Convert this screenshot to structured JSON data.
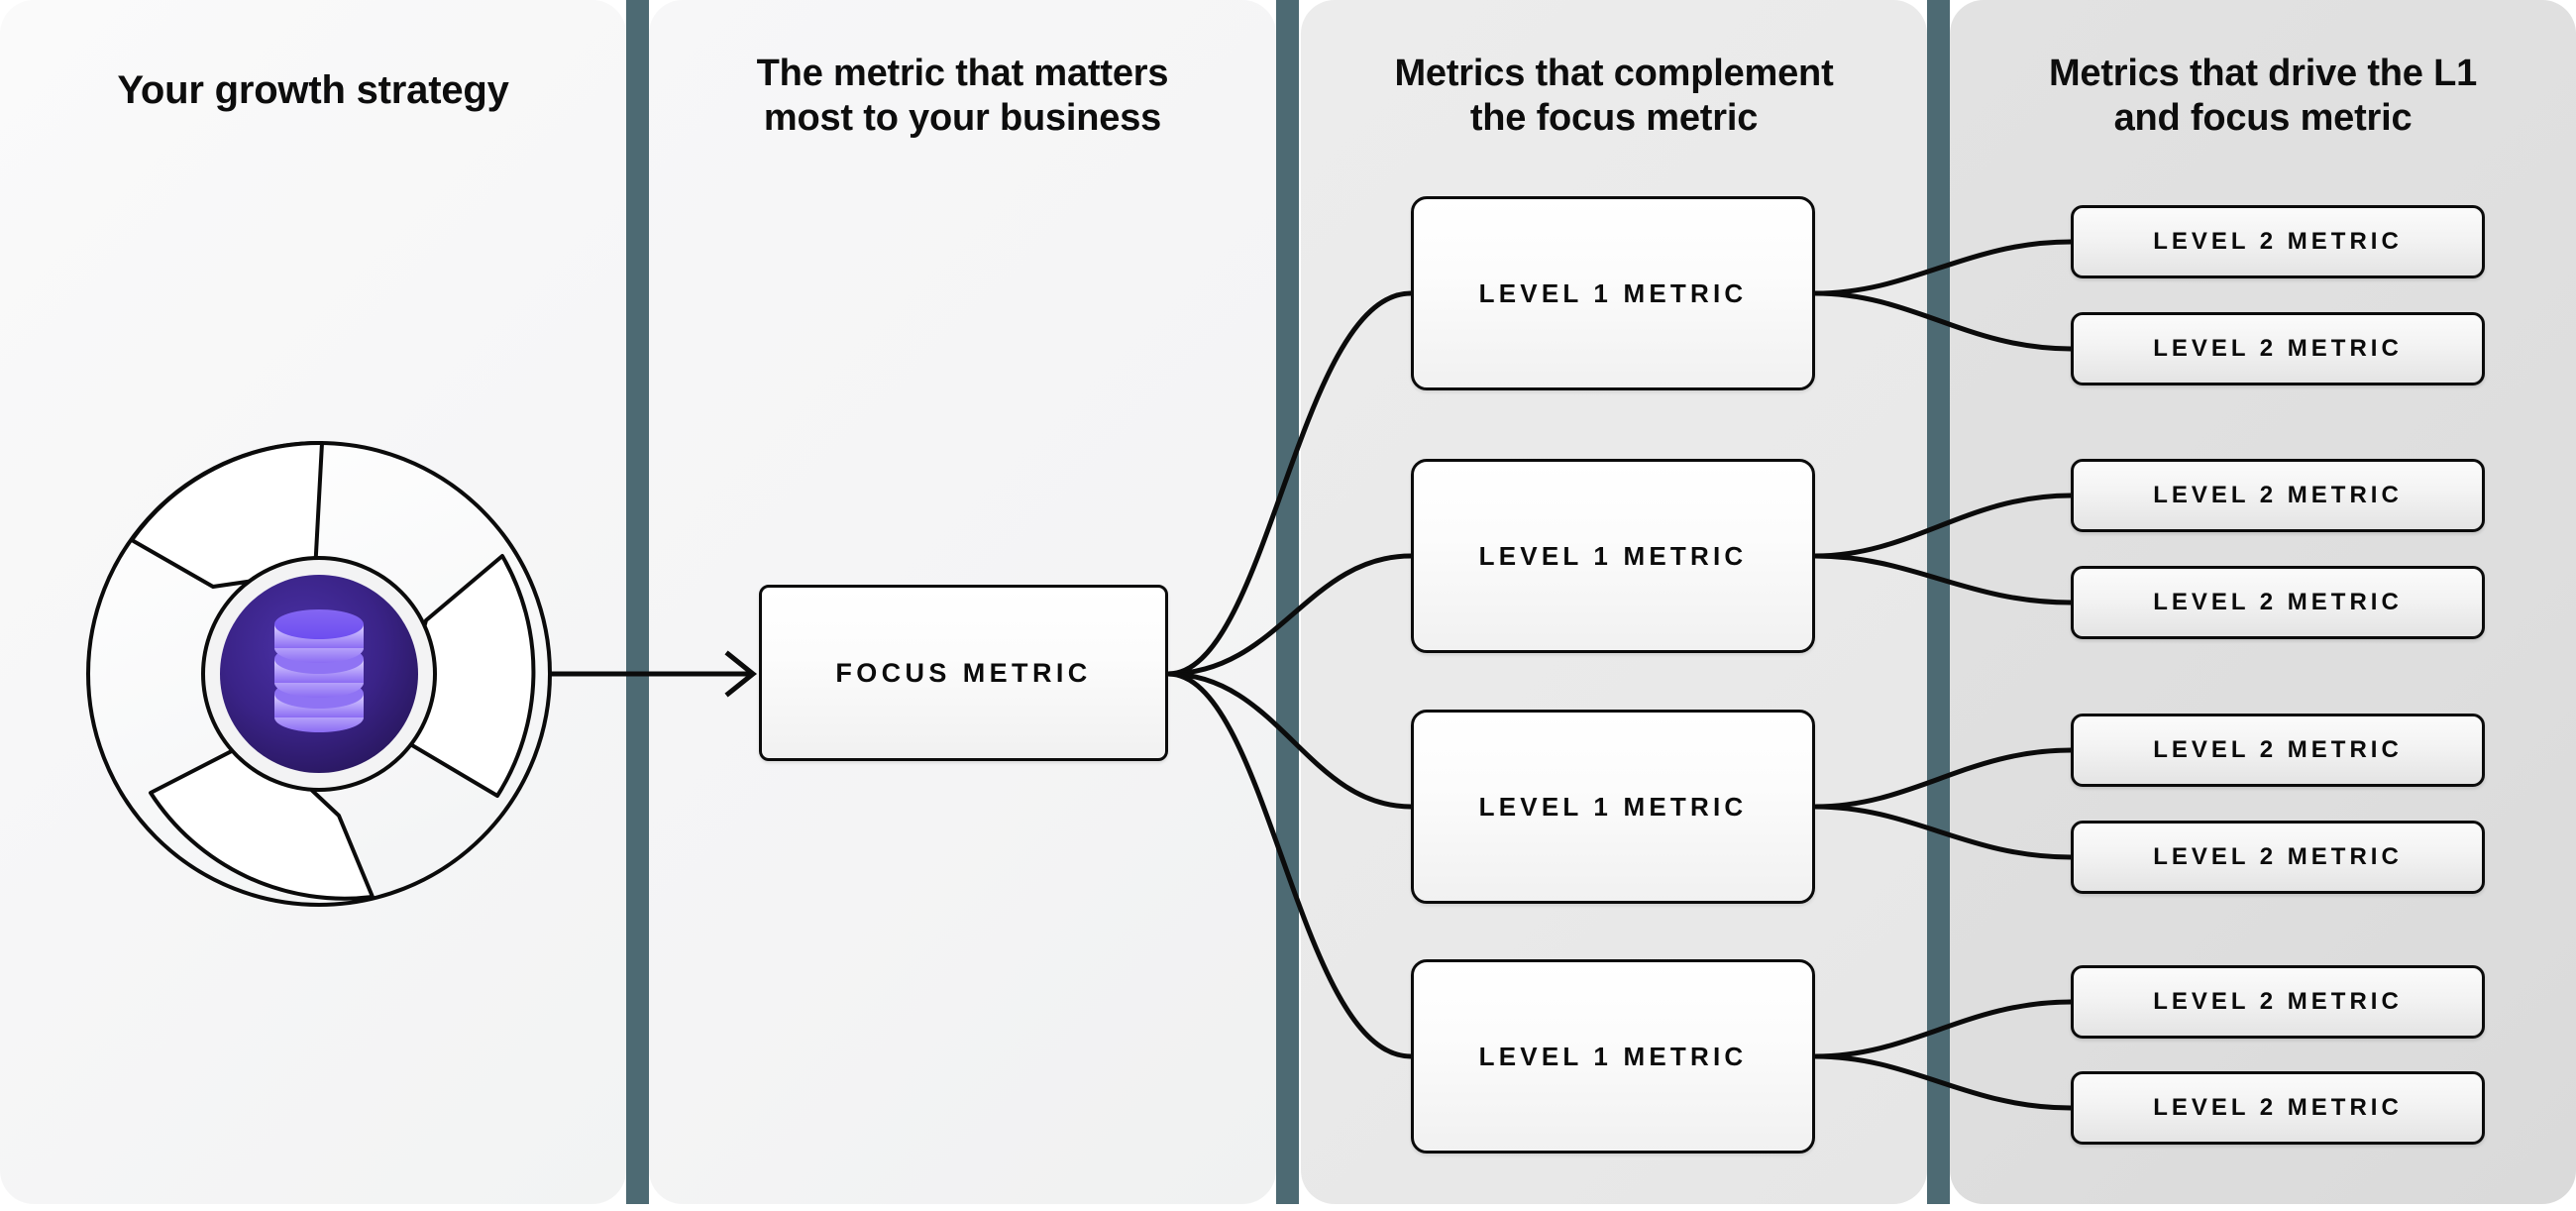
{
  "theme": {
    "divider_color": "#4d6a73",
    "node_border_color": "#0b0b0b",
    "logo_inner_dark": "#2a1a66",
    "logo_icon_purple": "#7c5cf5",
    "logo_icon_light": "#cfc2fb"
  },
  "columns": [
    {
      "id": "col1",
      "title": "Your growth strategy"
    },
    {
      "id": "col2",
      "title": "The metric that matters\nmost to your business"
    },
    {
      "id": "col3",
      "title": "Metrics that complement\nthe focus metric"
    },
    {
      "id": "col4",
      "title": "Metrics that drive the L1\nand focus metric"
    }
  ],
  "logo": {
    "name": "growth-strategy-aperture-logo",
    "icon": "database-stack-icon"
  },
  "focus_node": {
    "label": "FOCUS METRIC"
  },
  "level1_nodes": [
    {
      "label": "LEVEL 1 METRIC"
    },
    {
      "label": "LEVEL 1 METRIC"
    },
    {
      "label": "LEVEL 1 METRIC"
    },
    {
      "label": "LEVEL 1 METRIC"
    }
  ],
  "level2_nodes": [
    {
      "label": "LEVEL 2 METRIC"
    },
    {
      "label": "LEVEL 2 METRIC"
    },
    {
      "label": "LEVEL 2 METRIC"
    },
    {
      "label": "LEVEL 2 METRIC"
    },
    {
      "label": "LEVEL 2 METRIC"
    },
    {
      "label": "LEVEL 2 METRIC"
    },
    {
      "label": "LEVEL 2 METRIC"
    },
    {
      "label": "LEVEL 2 METRIC"
    }
  ],
  "chart_data": {
    "type": "diagram",
    "title": "Metric tree: growth strategy to level 2 metrics",
    "levels": [
      "Your growth strategy",
      "Focus metric",
      "Level 1 metrics",
      "Level 2 metrics"
    ],
    "nodes": [
      {
        "id": "strategy",
        "label": "",
        "level": 0
      },
      {
        "id": "focus",
        "label": "FOCUS METRIC",
        "level": 1
      },
      {
        "id": "l1-1",
        "label": "LEVEL 1 METRIC",
        "level": 2
      },
      {
        "id": "l1-2",
        "label": "LEVEL 1 METRIC",
        "level": 2
      },
      {
        "id": "l1-3",
        "label": "LEVEL 1 METRIC",
        "level": 2
      },
      {
        "id": "l1-4",
        "label": "LEVEL 1 METRIC",
        "level": 2
      },
      {
        "id": "l2-1",
        "label": "LEVEL 2 METRIC",
        "level": 3
      },
      {
        "id": "l2-2",
        "label": "LEVEL 2 METRIC",
        "level": 3
      },
      {
        "id": "l2-3",
        "label": "LEVEL 2 METRIC",
        "level": 3
      },
      {
        "id": "l2-4",
        "label": "LEVEL 2 METRIC",
        "level": 3
      },
      {
        "id": "l2-5",
        "label": "LEVEL 2 METRIC",
        "level": 3
      },
      {
        "id": "l2-6",
        "label": "LEVEL 2 METRIC",
        "level": 3
      },
      {
        "id": "l2-7",
        "label": "LEVEL 2 METRIC",
        "level": 3
      },
      {
        "id": "l2-8",
        "label": "LEVEL 2 METRIC",
        "level": 3
      }
    ],
    "edges": [
      {
        "from": "strategy",
        "to": "focus",
        "style": "arrow"
      },
      {
        "from": "focus",
        "to": "l1-1",
        "style": "curve"
      },
      {
        "from": "focus",
        "to": "l1-2",
        "style": "curve"
      },
      {
        "from": "focus",
        "to": "l1-3",
        "style": "curve"
      },
      {
        "from": "focus",
        "to": "l1-4",
        "style": "curve"
      },
      {
        "from": "l1-1",
        "to": "l2-1",
        "style": "curve"
      },
      {
        "from": "l1-1",
        "to": "l2-2",
        "style": "curve"
      },
      {
        "from": "l1-2",
        "to": "l2-3",
        "style": "curve"
      },
      {
        "from": "l1-2",
        "to": "l2-4",
        "style": "curve"
      },
      {
        "from": "l1-3",
        "to": "l2-5",
        "style": "curve"
      },
      {
        "from": "l1-3",
        "to": "l2-6",
        "style": "curve"
      },
      {
        "from": "l1-4",
        "to": "l2-7",
        "style": "curve"
      },
      {
        "from": "l1-4",
        "to": "l2-8",
        "style": "curve"
      }
    ]
  }
}
